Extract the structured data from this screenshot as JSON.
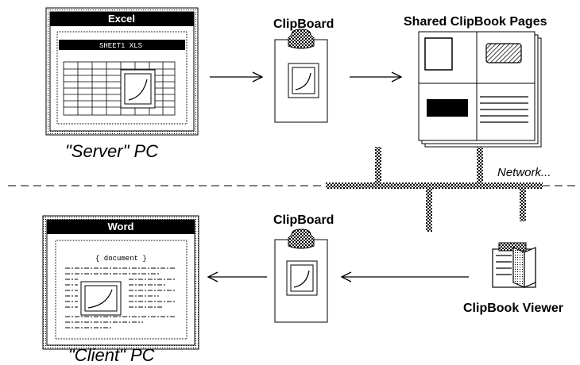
{
  "server": {
    "app_title": "Excel",
    "file_title": "SHEET1 XLS",
    "pc_label": "\"Server\" PC"
  },
  "client": {
    "app_title": "Word",
    "doc_label": "{ document }",
    "pc_label": "\"Client\" PC"
  },
  "clipboard_top": {
    "label": "ClipBoard"
  },
  "clipboard_bottom": {
    "label": "ClipBoard"
  },
  "shared_pages": {
    "label": "Shared ClipBook Pages"
  },
  "network": {
    "label": "Network..."
  },
  "viewer": {
    "label": "ClipBook Viewer",
    "icon": "clipbook-viewer-icon"
  }
}
